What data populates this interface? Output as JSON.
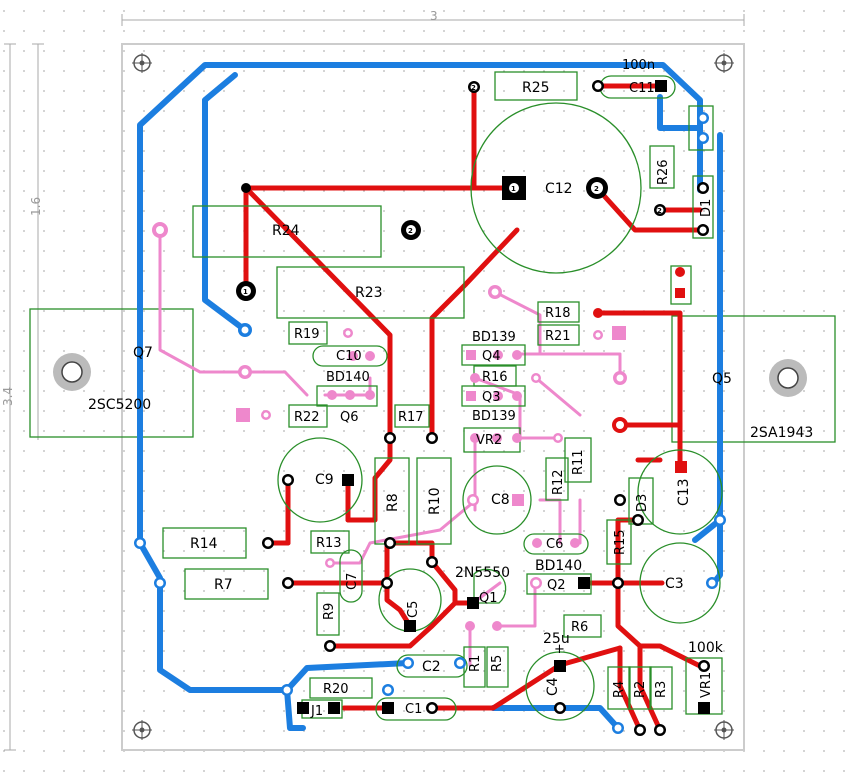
{
  "dimensions": {
    "width_label": "3",
    "height_label": "3.4",
    "inner_height_label": "1.6"
  },
  "colors": {
    "top_trace": "#e01010",
    "bottom_trace": "#1c7ee0",
    "jumper": "#ee88cc",
    "silkscreen": "#2a8f2a",
    "board_outline": "#cccccc",
    "grid_dot": "#b4b4b4"
  },
  "labels": {
    "r25": "R25",
    "c11": "C11",
    "c11_value": "100n",
    "r26": "R26",
    "c12": "C12",
    "r24": "R24",
    "r23": "R23",
    "q7": "Q7",
    "q7_part": "2SC5200",
    "r19": "R19",
    "c10": "C10",
    "q6_part": "BD140",
    "q6": "Q6",
    "r22": "R22",
    "r18": "R18",
    "r21": "R21",
    "q4_part": "BD139",
    "q4": "Q4",
    "r16": "R16",
    "q3": "Q3",
    "q3_part": "BD139",
    "vr2": "VR2",
    "r17": "R17",
    "q5": "Q5",
    "q5_part": "2SA1943",
    "r11": "R11",
    "r12": "R12",
    "c9": "C9",
    "r8": "R8",
    "r10": "R10",
    "c8": "C8",
    "c13": "C13",
    "d3": "D3",
    "r14": "R14",
    "r13": "R13",
    "c6": "C6",
    "r15": "R15",
    "q1_part": "2N5550",
    "q2_part": "BD140",
    "q2": "Q2",
    "q1": "Q1",
    "c3": "C3",
    "r7": "R7",
    "c7": "C7",
    "r9": "R9",
    "c5": "C5",
    "r6": "R6",
    "vr_value": "25u",
    "r1": "R1",
    "r5": "R5",
    "c2": "C2",
    "c4": "C4",
    "r4": "R4",
    "r2": "R2",
    "r3": "R3",
    "pot_value": "100k",
    "vr1": "VR1",
    "r20": "R20",
    "c1": "C1",
    "j1": "J1",
    "d1": "D1",
    "plus": "+"
  }
}
